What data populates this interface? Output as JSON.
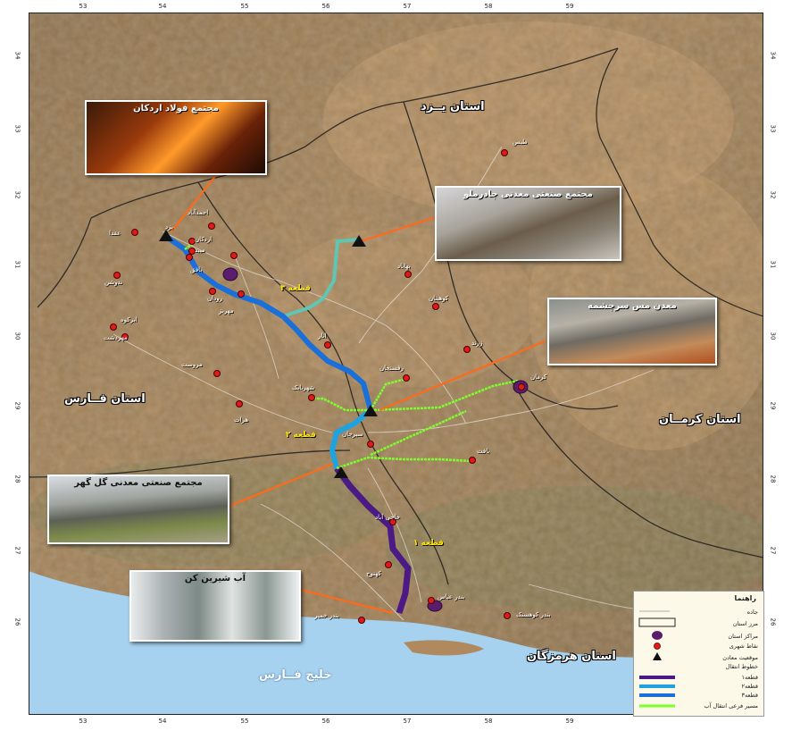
{
  "map": {
    "lon_ticks": [
      "53",
      "54",
      "55",
      "56",
      "57",
      "58",
      "59"
    ],
    "lat_ticks": [
      "34",
      "33",
      "32",
      "31",
      "30",
      "29",
      "28",
      "27",
      "26"
    ],
    "provinces": {
      "yazd": "استان یــزد",
      "fars": "استان فــارس",
      "kerman": "استان کرمــان",
      "hormozgan": "استان هرمزگان"
    },
    "gulf_label": "خلیج فــارس",
    "segments": {
      "seg1": "قطعه ۱",
      "seg2": "قطعه ۲",
      "seg3": "قطعه ۳"
    },
    "cities": [
      "طبس",
      "احمدآباد",
      "عقدا",
      "اردکان",
      "میبد",
      "ندوشن",
      "بهاباد",
      "کوهبنان",
      "ابرکوه",
      "مهریز",
      "بافق",
      "مهردشت",
      "مروست",
      "انار",
      "رفسنجان",
      "زرند",
      "هرات",
      "شهربابک",
      "سیرجان",
      "بافت",
      "حاجی آباد",
      "بندر عباس",
      "بندر کوهستک",
      "بندر خمیر",
      "کهنوج",
      "کرمان",
      "یزد",
      "رودان"
    ],
    "callouts": {
      "ardakan_steel": "مجتمع فولاد اردکان",
      "chadormalu": "مجتمع صنعتی معدنی چادرملو",
      "sarcheshmeh": "معدن مس سرچشمه",
      "golgohar": "مجتمع صنعتی معدنی گل گهر",
      "desal": "آب شیرین کن"
    },
    "legend": {
      "title": "راهنما",
      "items": [
        "جاده",
        "مرز استان",
        "مراکز استان",
        "نقاط شهری",
        "موقعیت معادن",
        "خطوط انتقال",
        "قطعه۱",
        "قطعه۲",
        "قطعه۳",
        "مسیر فرعی انتقال آب"
      ]
    }
  },
  "colors": {
    "segment1": "#4b1a84",
    "segment2": "#1fa3e0",
    "segment3": "#1a6fd8",
    "segment3_branch": "#5ec7b4",
    "branch": "#7dff2a",
    "arrow": "#ff6a1a",
    "sea": "#a6d1ef",
    "city_dot": "#e01919",
    "capital": "#5b1c6e"
  }
}
